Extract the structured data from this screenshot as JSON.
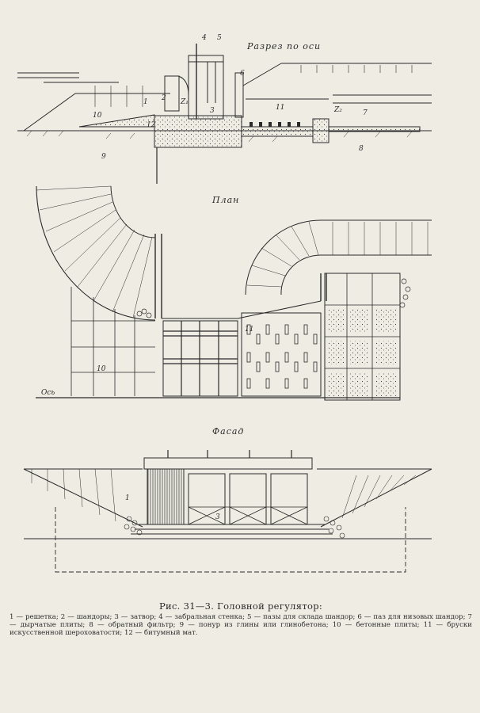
{
  "sections": {
    "section_title": "Разрез по оси",
    "plan_title": "План",
    "facade_title": "Фасад",
    "axis_label": "Ось"
  },
  "labels": {
    "n1": "1",
    "n2": "2",
    "n3": "3",
    "n4": "4",
    "n5": "5",
    "n6": "6",
    "n7": "7",
    "n8": "8",
    "n9": "9",
    "n10": "10",
    "n11": "11",
    "n12": "12",
    "z1": "Z₁",
    "z2": "Z₂"
  },
  "caption": {
    "title": "Рис. 31—3. Головной регулятор:",
    "body": "1 — решетка; 2 — шандоры; 3 — затвор; 4 — забральная стенка; 5 — пазы для склада шандор; 6 — паз для низовых шандор; 7 — дырчатые плиты; 8 — обратный фильтр; 9 — понур из глины или глинобетона; 10 — бетонные плиты; 11 — бруски искусственной шероховатости; 12 — битумный мат."
  }
}
